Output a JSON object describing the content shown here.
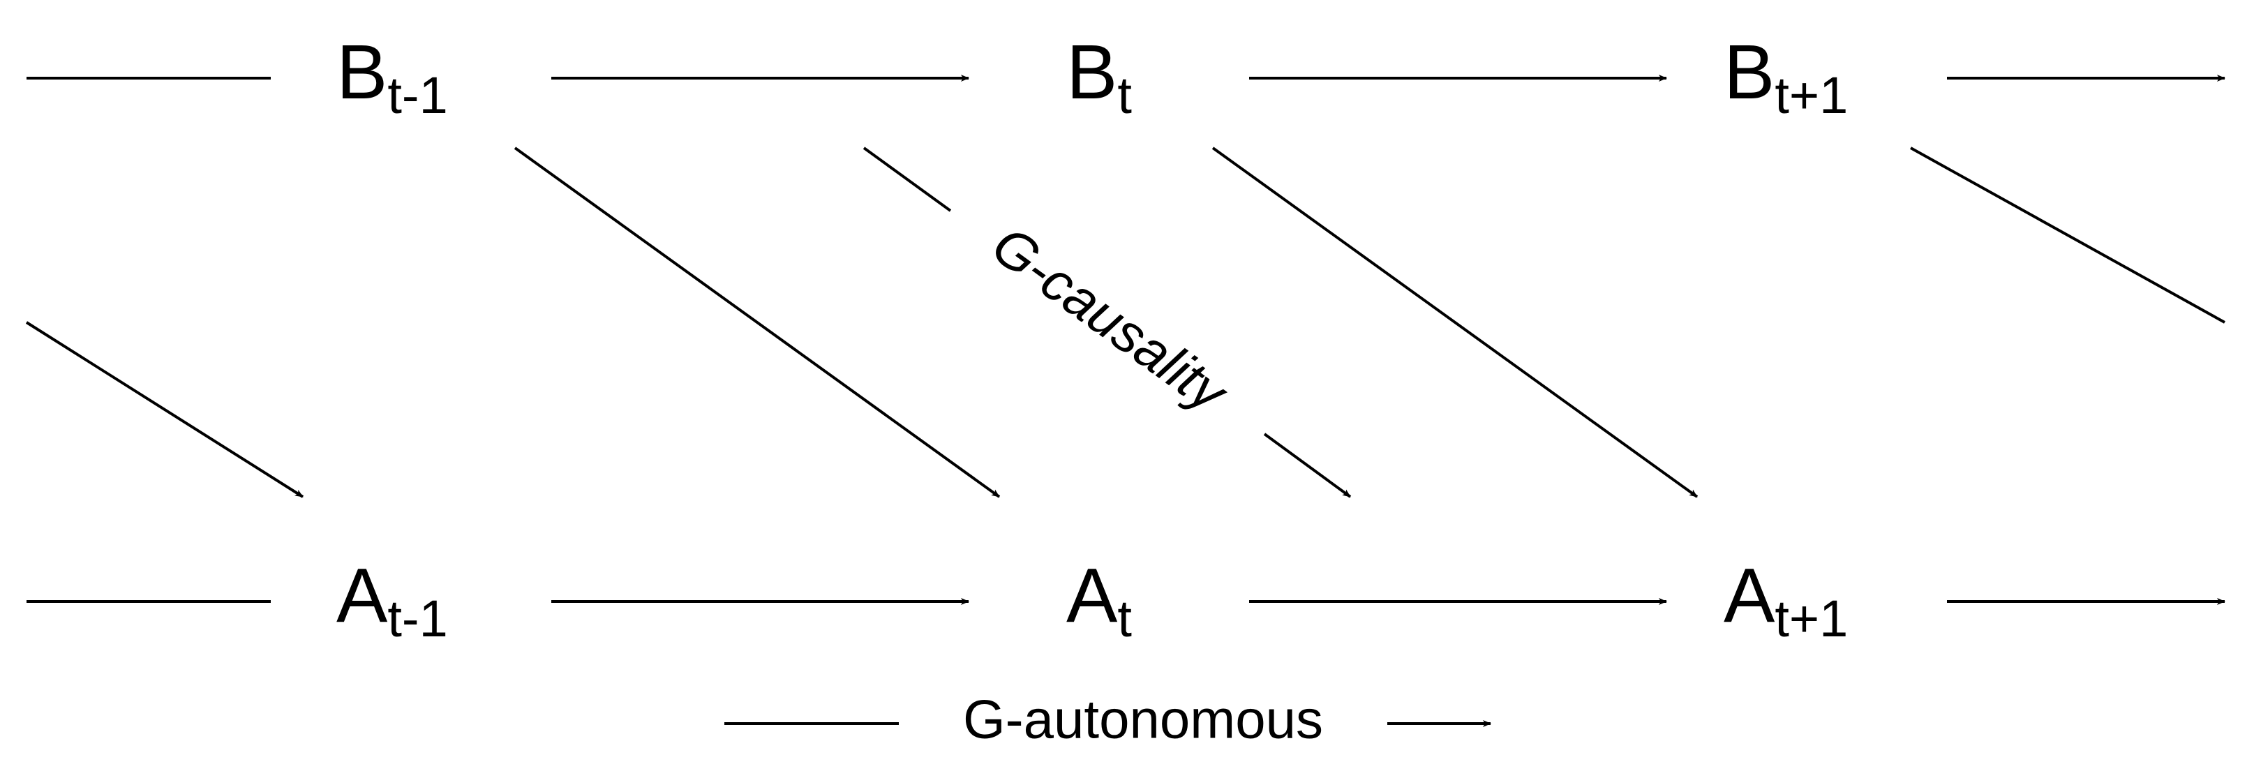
{
  "colors": {
    "stroke": "#000000",
    "background": "#ffffff"
  },
  "nodes": {
    "b_prev": {
      "base": "B",
      "sub": "t-1"
    },
    "b_curr": {
      "base": "B",
      "sub": "t"
    },
    "b_next": {
      "base": "B",
      "sub": "t+1"
    },
    "a_prev": {
      "base": "A",
      "sub": "t-1"
    },
    "a_curr": {
      "base": "A",
      "sub": "t"
    },
    "a_next": {
      "base": "A",
      "sub": "t+1"
    }
  },
  "labels": {
    "causality": "G-causality",
    "autonomous": "G-autonomous"
  }
}
